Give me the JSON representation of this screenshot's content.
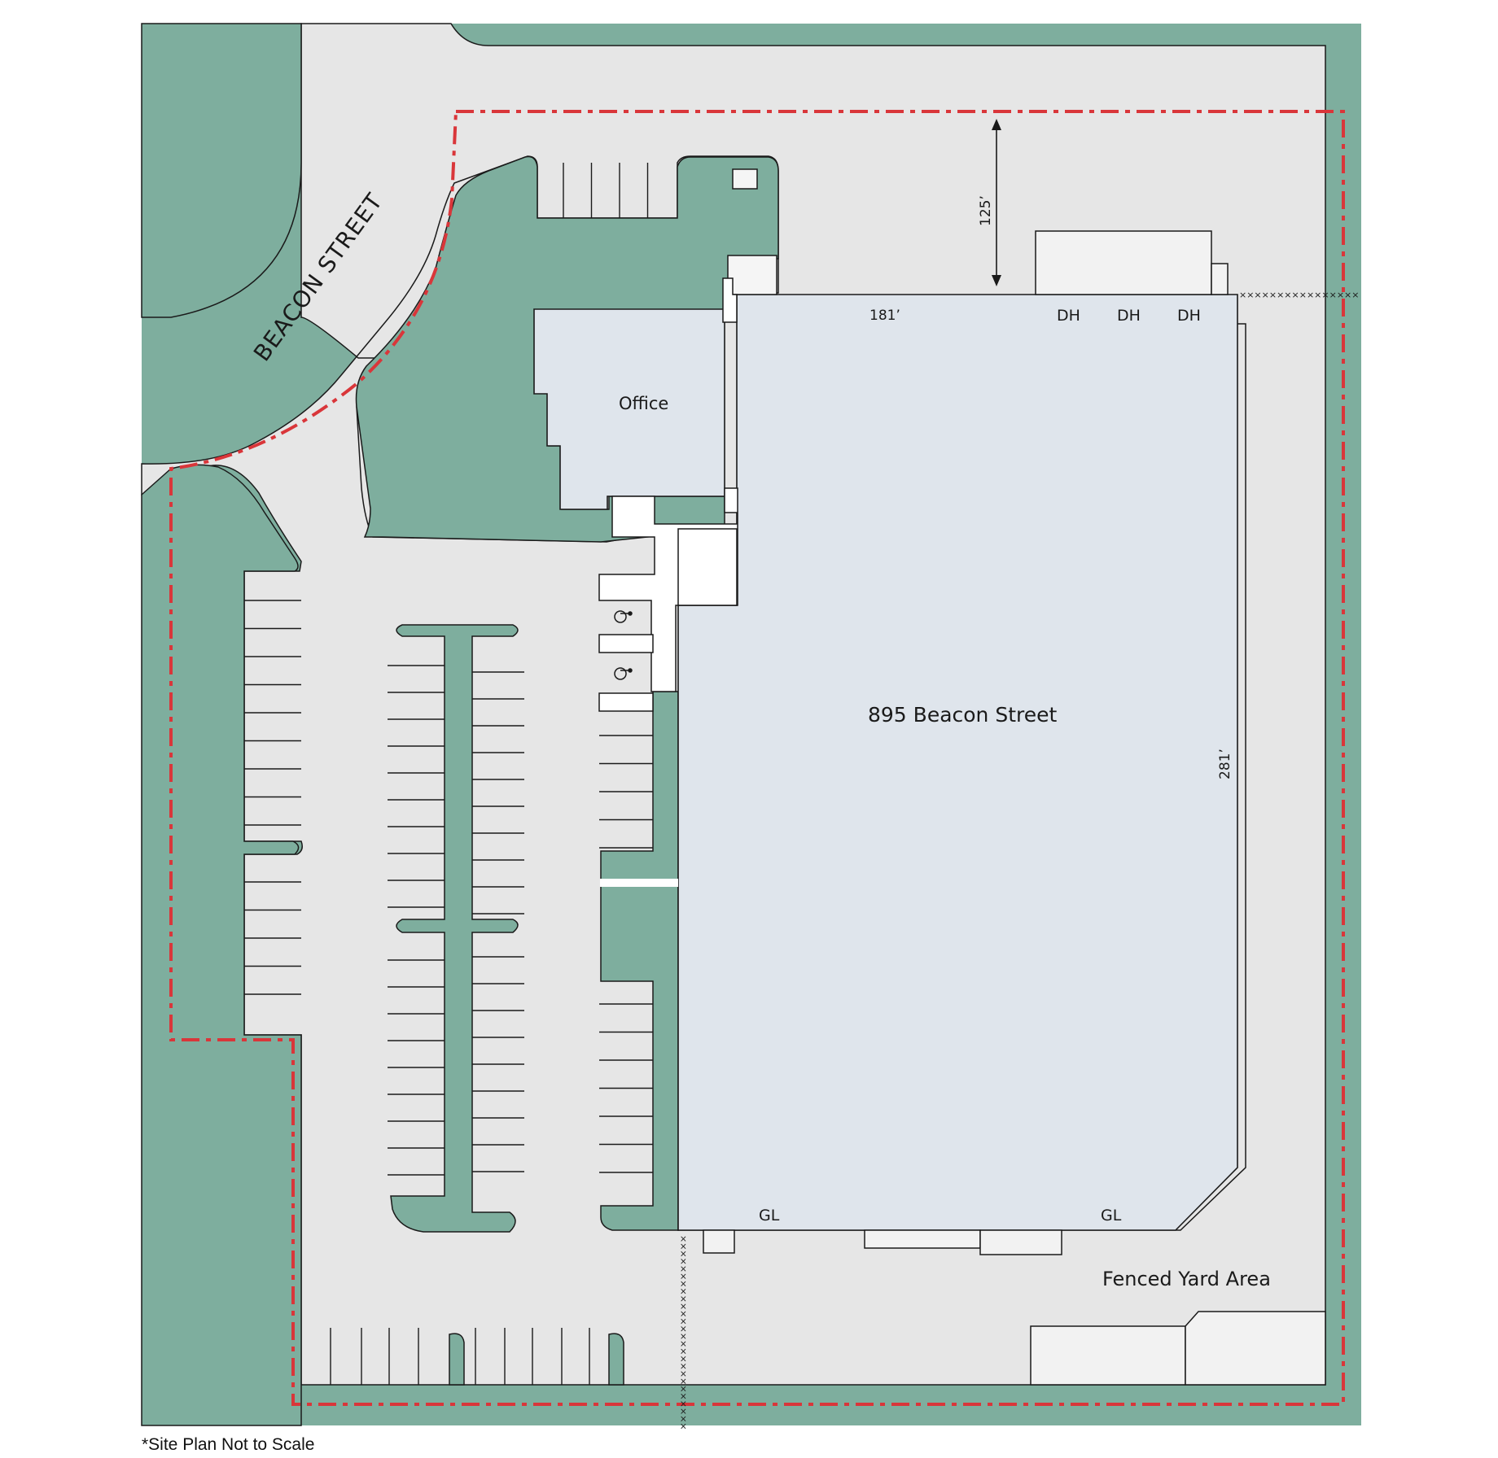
{
  "street_name": "BEACON STREET",
  "building_name": "895 Beacon Street",
  "office_label": "Office",
  "top_dimension": "181’",
  "side_dimension": "281’",
  "setback_dimension": "125’",
  "dock_high_label": "DH",
  "grade_level_label": "GL",
  "yard_label": "Fenced Yard Area",
  "footnote": "*Site Plan Not to Scale",
  "colors": {
    "landscape": "#7eae9e",
    "pavement": "#e6e6e6",
    "building": "#dfe5ec",
    "walkway": "#ffffff",
    "outline": "#1a1a1a",
    "property_line": "#d9363a"
  },
  "icons": {
    "accessible_parking": "wheelchair-icon",
    "dimension": "double-arrow-icon",
    "fence": "x-line"
  }
}
